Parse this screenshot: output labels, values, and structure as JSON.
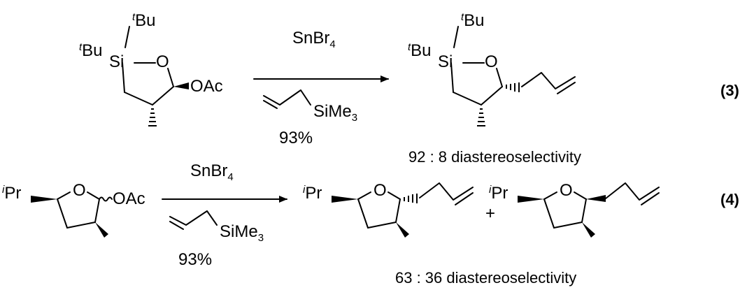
{
  "reactions": [
    {
      "number": "(3)",
      "reagent_above": {
        "base": "SnBr",
        "sub": "4"
      },
      "reagent_below": {
        "base": "SiMe",
        "sub": "3"
      },
      "yield": "93%",
      "starting_material": {
        "tbu_sup": "t",
        "tbu_label": "Bu",
        "si": "Si",
        "o": "O",
        "oac": "OAc"
      },
      "product": {
        "tbu_sup": "t",
        "tbu_label": "Bu",
        "si": "Si",
        "o": "O"
      },
      "selectivity": "92 : 8 diastereoselectivity"
    },
    {
      "number": "(4)",
      "reagent_above": {
        "base": "SnBr",
        "sub": "4"
      },
      "reagent_below": {
        "base": "SiMe",
        "sub": "3"
      },
      "yield": "93%",
      "starting_material": {
        "ipr_sup": "i",
        "ipr_label": "Pr",
        "o": "O",
        "oac": "OAc"
      },
      "products": [
        {
          "ipr_sup": "i",
          "ipr_label": "Pr",
          "o": "O"
        },
        {
          "ipr_sup": "i",
          "ipr_label": "Pr",
          "o": "O"
        }
      ],
      "plus": "+",
      "selectivity": "63 : 36 diastereoselectivity"
    }
  ]
}
